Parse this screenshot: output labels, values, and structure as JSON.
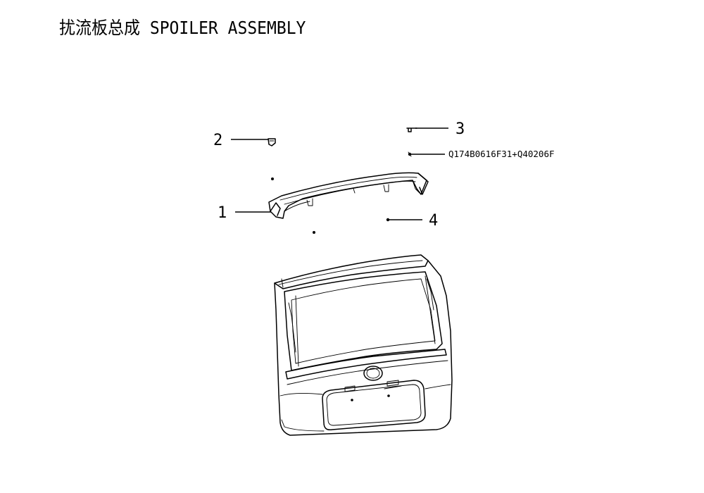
{
  "title": "扰流板总成 SPOILER ASSEMBLY",
  "callouts": [
    {
      "id": "1",
      "label": "1"
    },
    {
      "id": "2",
      "label": "2"
    },
    {
      "id": "3",
      "label": "3"
    },
    {
      "id": "4",
      "label": "4"
    }
  ],
  "part_code": "Q174B0616F31+Q40206F"
}
